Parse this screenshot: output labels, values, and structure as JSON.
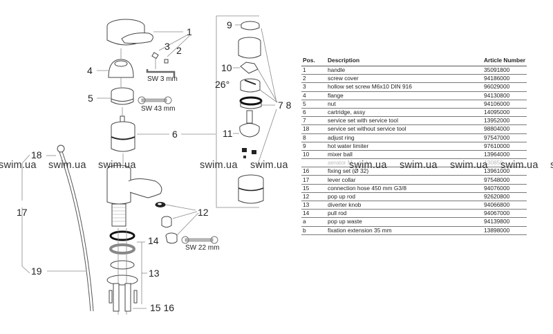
{
  "diagram": {
    "callouts": {
      "c1": "1",
      "c2": "2",
      "c3": "3",
      "c4": "4",
      "c5": "5",
      "c6": "6",
      "c7_8": "7 8",
      "c9": "9",
      "c10": "10",
      "c11": "11",
      "c12": "12",
      "c13": "13",
      "c14": "14",
      "c15_16": "15 16",
      "c17": "17",
      "c18": "18",
      "c19": "19",
      "angle": "26°"
    },
    "tools": {
      "sw3": "SW 3 mm",
      "sw43": "SW 43 mm",
      "sw22": "SW 22 mm"
    }
  },
  "table": {
    "headers": {
      "pos": "Pos.",
      "description": "Description",
      "article": "Article Number"
    },
    "rows": [
      {
        "pos": "1",
        "description": "handle",
        "article": "35091800"
      },
      {
        "pos": "2",
        "description": "screw cover",
        "article": "94186000"
      },
      {
        "pos": "3",
        "description": "hollow set screw M6x10 DIN 916",
        "article": "96029000"
      },
      {
        "pos": "4",
        "description": "flange",
        "article": "94130800"
      },
      {
        "pos": "5",
        "description": "nut",
        "article": "94106000"
      },
      {
        "pos": "6",
        "description": "cartridge, assy",
        "article": "14095000"
      },
      {
        "pos": "7",
        "description": "service set with service tool",
        "article": "13952000"
      },
      {
        "pos": "18",
        "description": "service set without service tool",
        "article": "98804000"
      },
      {
        "pos": "8",
        "description": "adjust ring",
        "article": "97547000"
      },
      {
        "pos": "9",
        "description": "hot water limiter",
        "article": "97610000"
      },
      {
        "pos": "10",
        "description": "mixer ball",
        "article": "13964000"
      },
      {
        "pos": "",
        "description": "aerator M... (...)",
        "article": "130850..."
      },
      {
        "pos": "16",
        "description": "fixing set (Ø 32)",
        "article": "13961000"
      },
      {
        "pos": "17",
        "description": "lever collar",
        "article": "97548000"
      },
      {
        "pos": "15",
        "description": "connection hose 450 mm  G3/8",
        "article": "94076000"
      },
      {
        "pos": "12",
        "description": "pop up rod",
        "article": "92620800"
      },
      {
        "pos": "13",
        "description": "diverter knob",
        "article": "94066800"
      },
      {
        "pos": "14",
        "description": "pull rod",
        "article": "94067000"
      },
      {
        "pos": "a",
        "description": "pop up waste",
        "article": "94139800"
      },
      {
        "pos": "b",
        "description": "fixation extension 35 mm",
        "article": "13898000"
      }
    ]
  },
  "watermarks": [
    "swim.ua",
    "swim.ua",
    "swim.ua",
    "swim.ua",
    "swim.ua",
    "swim.ua",
    "swim.ua",
    "swim.ua",
    "swim.ua",
    "s"
  ]
}
